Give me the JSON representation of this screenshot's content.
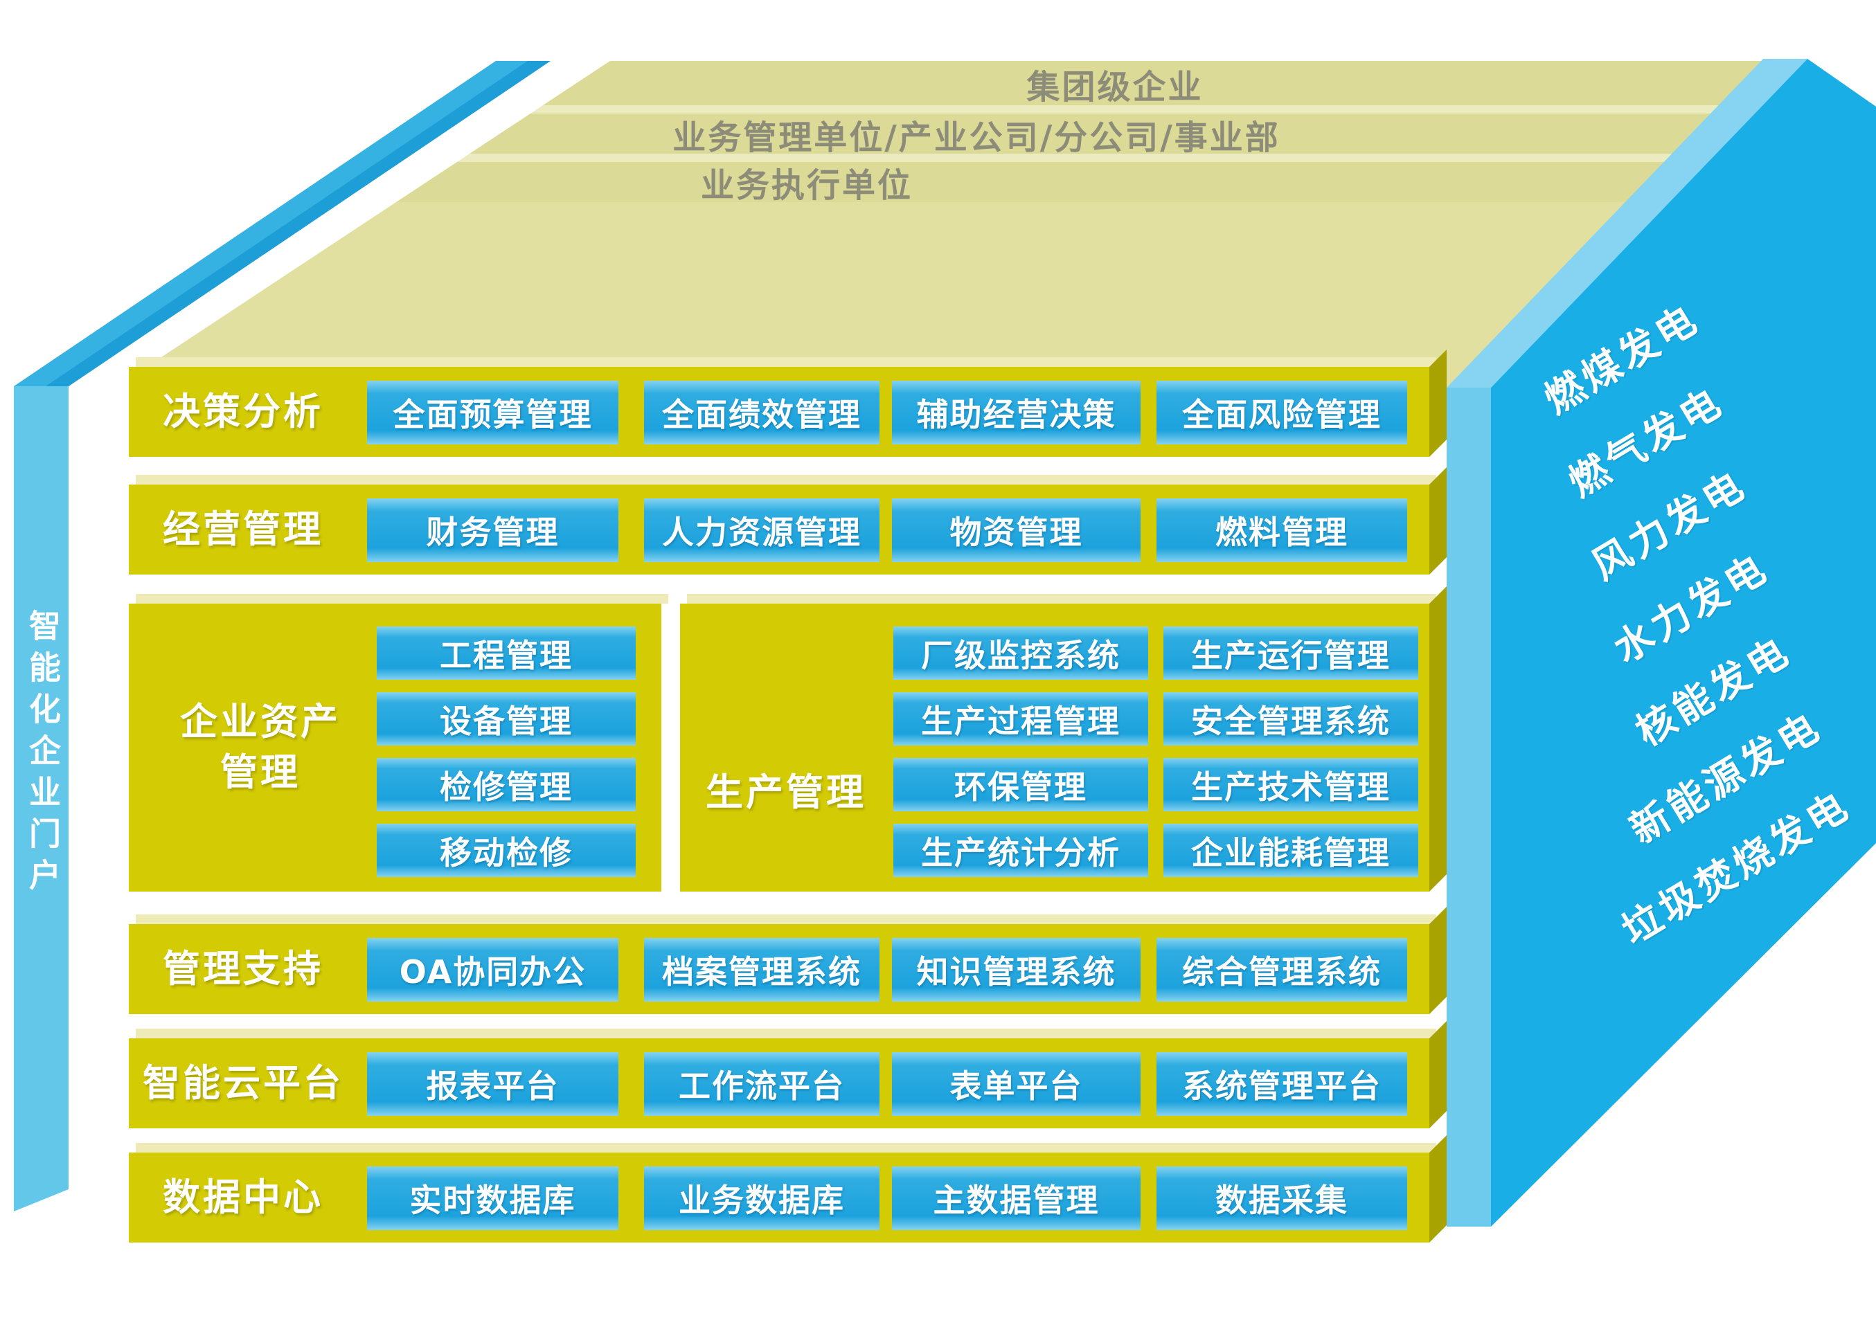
{
  "left_portal": {
    "label": "智能化企业门户"
  },
  "top_bands": [
    {
      "label": "集团级企业"
    },
    {
      "label": "业务管理单位/产业公司/分公司/事业部"
    },
    {
      "label": "业务执行单位"
    }
  ],
  "rows": [
    {
      "label": "决策分析",
      "buttons": [
        "全面预算管理",
        "全面绩效管理",
        "辅助经营决策",
        "全面风险管理"
      ]
    },
    {
      "label": "经营管理",
      "buttons": [
        "财务管理",
        "人力资源管理",
        "物资管理",
        "燃料管理"
      ]
    },
    {
      "label": "管理支持",
      "buttons": [
        "OA协同办公",
        "档案管理系统",
        "知识管理系统",
        "综合管理系统"
      ]
    },
    {
      "label": "智能云平台",
      "buttons": [
        "报表平台",
        "工作流平台",
        "表单平台",
        "系统管理平台"
      ]
    },
    {
      "label": "数据中心",
      "buttons": [
        "实时数据库",
        "业务数据库",
        "主数据管理",
        "数据采集"
      ]
    }
  ],
  "asset_block": {
    "label": "企业资产\n管理",
    "buttons": [
      "工程管理",
      "设备管理",
      "检修管理",
      "移动检修"
    ]
  },
  "production_block": {
    "label": "生产管理",
    "col1": [
      "厂级监控系统",
      "生产过程管理",
      "环保管理",
      "生产统计分析"
    ],
    "col2": [
      "生产运行管理",
      "安全管理系统",
      "生产技术管理",
      "企业能耗管理"
    ]
  },
  "right_panel": {
    "items": [
      "燃煤发电",
      "燃气发电",
      "风力发电",
      "水力发电",
      "核能发电",
      "新能源发电",
      "垃圾焚烧发电"
    ]
  },
  "colors": {
    "slab_yellow": "#d3cb04",
    "slab_bevel": "#eeebb6",
    "slab_side": "#a8a300",
    "band_pale": "#dcda97",
    "band_separator": "#ecebc0",
    "box_top_face": "#e2e0a0",
    "button_blue": "#29a9e0",
    "panel_blue": "#19afe6",
    "panel_bevel": "#86d4f1",
    "portal_bar_blue": "#63c7ea",
    "portal_ribbon_blue": "#35b1e2",
    "band_text_grey": "#8c8c78"
  }
}
